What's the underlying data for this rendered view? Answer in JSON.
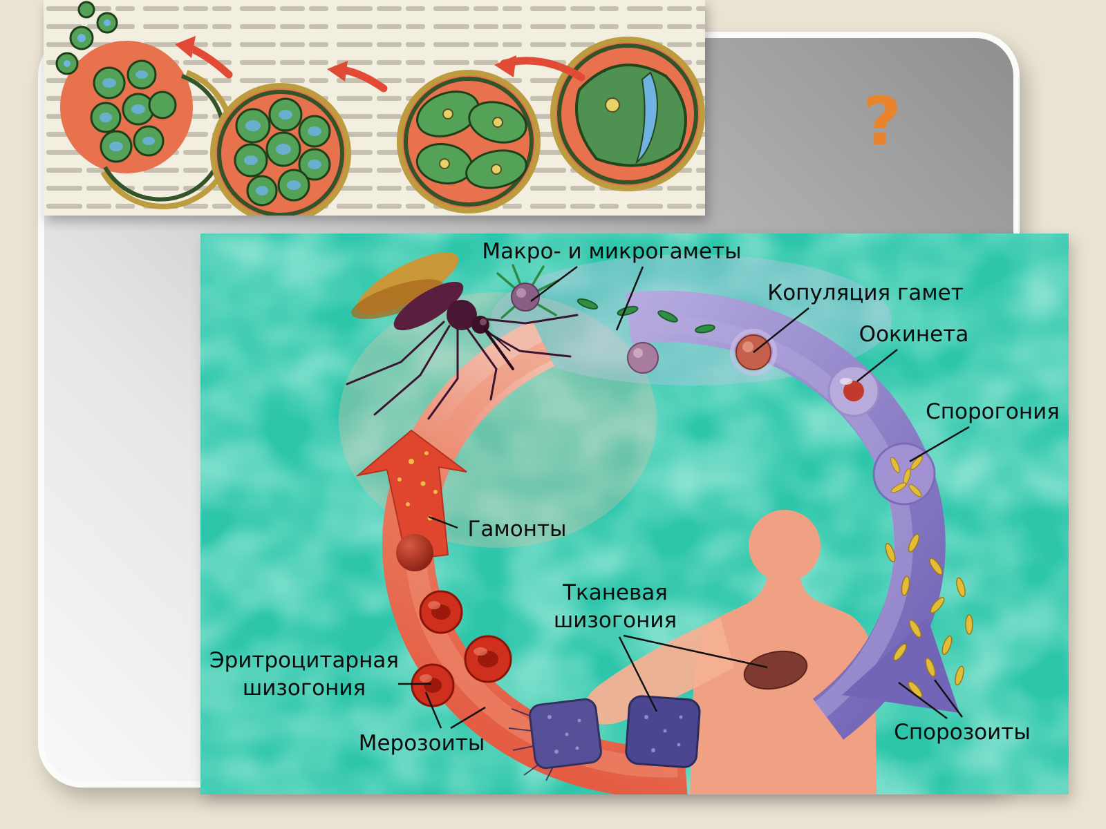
{
  "slide": {
    "question_mark": "?"
  },
  "diagram": {
    "labels": {
      "macro_micro_gametes": "Макро- и микрогаметы",
      "gamete_copulation": "Копуляция гамет",
      "ookinete": "Оокинета",
      "sporogony": "Спорогония",
      "gamonts": "Гамонты",
      "tissue_schizogony": [
        "Тканевая",
        "шизогония"
      ],
      "erythrocytic_schizogony": [
        "Эритроцитарная",
        "шизогония"
      ],
      "merozoites": "Мерозоиты",
      "sporozoites": "Спорозоиты"
    },
    "colors": {
      "background_teal": "#2ec6ab",
      "cycle_purple": "#8d80c6",
      "cycle_red": "#e2614a",
      "human_skin": "#f1a183",
      "sporozoite_yellow": "#e3bd3a",
      "label_text": "#0c0c0c",
      "question_mark_orange": "#e8842c"
    }
  }
}
